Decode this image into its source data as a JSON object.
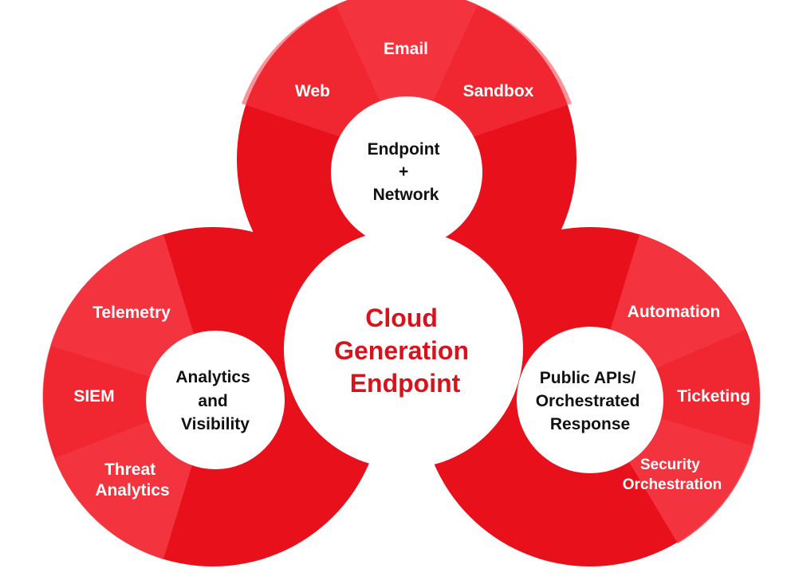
{
  "colors": {
    "primary_red": "#e8101a",
    "light_red": "#f53a45",
    "dark_red": "#d00a14",
    "hub_fill": "#ffffff",
    "center_text": "#d7141d",
    "hub_text": "#111111",
    "segment_text": "#ffffff"
  },
  "center": {
    "lines": [
      "Cloud",
      "Generation",
      "Endpoint"
    ]
  },
  "clusters": {
    "top": {
      "hub_lines": [
        "Endpoint",
        "+",
        "Network"
      ],
      "segments": [
        {
          "lines": [
            "Web"
          ]
        },
        {
          "lines": [
            "Email"
          ]
        },
        {
          "lines": [
            "Sandbox"
          ]
        }
      ]
    },
    "left": {
      "hub_lines": [
        "Analytics",
        "and",
        "Visibility"
      ],
      "segments": [
        {
          "lines": [
            "Telemetry"
          ]
        },
        {
          "lines": [
            "SIEM"
          ]
        },
        {
          "lines": [
            "Threat",
            "Analytics"
          ]
        }
      ]
    },
    "right": {
      "hub_lines": [
        "Public APIs/",
        "Orchestrated",
        "Response"
      ],
      "segments": [
        {
          "lines": [
            "Automation"
          ]
        },
        {
          "lines": [
            "Ticketing"
          ]
        },
        {
          "lines": [
            "Security",
            "Orchestration"
          ]
        }
      ]
    }
  }
}
